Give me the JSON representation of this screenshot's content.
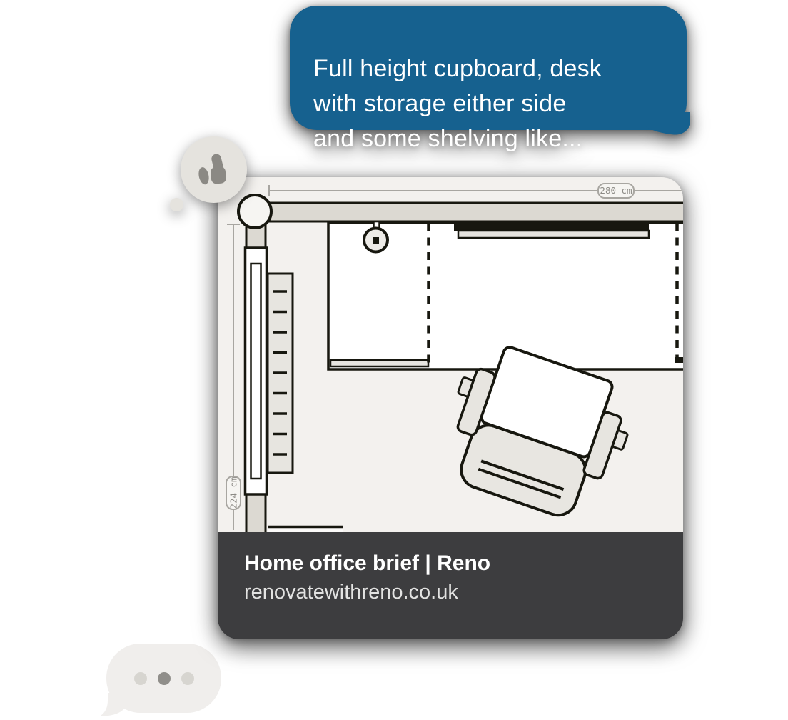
{
  "colors": {
    "bubble_blue": "#16618f",
    "footer_dark": "#3d3d3f",
    "plan_background": "#f3f1ee",
    "wall_gray": "#dcd9d2",
    "furniture_gray": "#e7e5e0",
    "outline_ink": "#17170f",
    "tapback_gray": "#e5e3de",
    "typing_gray": "#f0eeec"
  },
  "message": {
    "text": "Full height cupboard, desk\nwith storage either side\nand some shelving like..."
  },
  "reaction": {
    "type": "thumbs-up"
  },
  "link_preview": {
    "title": "Home office brief | Reno",
    "domain": "renovatewithreno.co.uk"
  },
  "floor_plan": {
    "width_label": "280 cm",
    "height_label": "224 cm"
  },
  "typing_indicator": {
    "dots": 3
  }
}
